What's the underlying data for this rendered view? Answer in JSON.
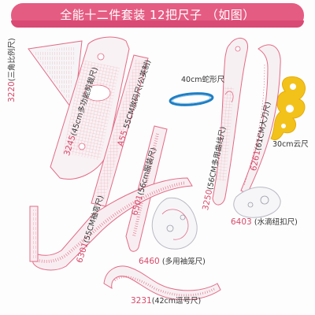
{
  "title": "全能十二件套装   12把尺子  （如图）",
  "colors": {
    "banner": "#e55c83",
    "code_text": "#d84a6a",
    "desc_text": "#333333",
    "ruler_line": "#e46a86",
    "cloud_ruler": "#f3c21a",
    "snake_ruler": "#1f7fc4"
  },
  "labels": {
    "l3220_code": "3220",
    "l3220_desc": "(三角比例尺)",
    "l3245_code": "3245",
    "l3245_desc": "(45cm多功能剪裁尺)",
    "la55_code": "A55",
    "la55_desc": "55CM放码尺(公英制)",
    "snake": "40cm蛇形尺",
    "cloud": "30cm云尺",
    "l6261_code": "6261",
    "l6261_desc": "(61CM大刀尺)",
    "l3250_code": "3250",
    "l3250_desc": "(56CM多用曲线尺)",
    "l6501_code": "6501",
    "l6501_desc": "(56cm服装尺)",
    "l6301_code": "6301",
    "l6301_desc": "(55CM袖弯尺)",
    "l6403_code": "6403",
    "l6403_desc": "(水滴纽扣尺)",
    "l6460_code": "6460",
    "l6460_desc": "(多用袖笼尺)",
    "l3231_code": "3231",
    "l3231_desc": "(42cm逗号尺)"
  },
  "icons": {
    "cloud_ruler": "yellow-french-curve-icon",
    "snake_ruler": "blue-flexible-curve-icon"
  }
}
